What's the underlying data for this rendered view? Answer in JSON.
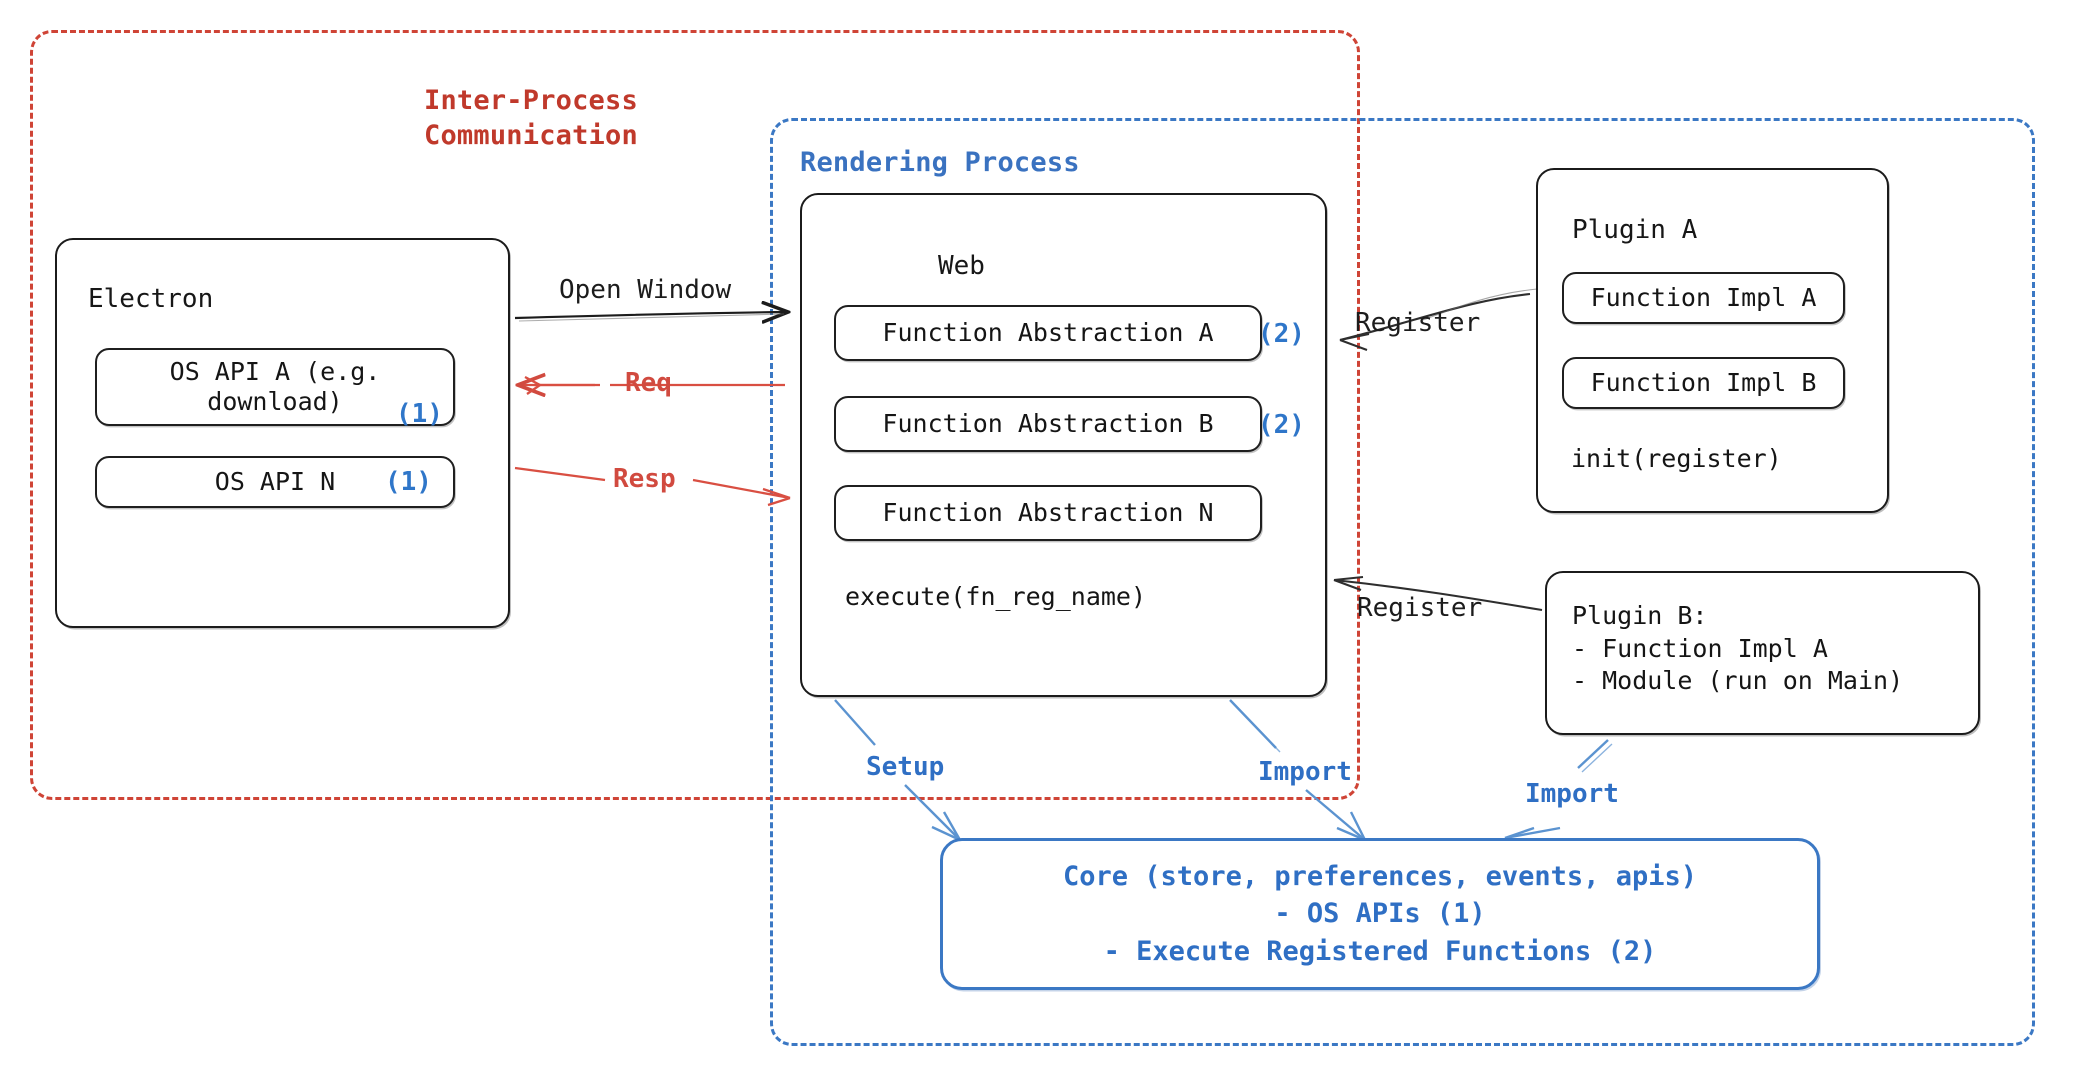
{
  "regions": {
    "ipc": {
      "label": "Inter-Process\nCommunication",
      "color": "#c0392b"
    },
    "rendering": {
      "label": "Rendering Process",
      "color": "#3a72c0"
    }
  },
  "electron": {
    "title": "Electron",
    "os_api_a": "OS API A (e.g.\ndownload)",
    "os_api_a_tag": "(1)",
    "os_api_n": "OS API N",
    "os_api_n_tag": "(1)"
  },
  "web": {
    "title": "Web",
    "abstractions": [
      {
        "label": "Function Abstraction A",
        "tag": "(2)"
      },
      {
        "label": "Function Abstraction B",
        "tag": "(2)"
      },
      {
        "label": "Function Abstraction N",
        "tag": ""
      }
    ],
    "execute": "execute(fn_reg_name)"
  },
  "plugin_a": {
    "title": "Plugin A",
    "impl_a": "Function Impl A",
    "impl_b": "Function Impl B",
    "init": "init(register)"
  },
  "plugin_b": {
    "text": "Plugin B:\n- Function Impl A\n- Module (run on Main)"
  },
  "core": {
    "text": "Core (store, preferences, events, apis)\n- OS APIs (1)\n- Execute Registered Functions (2)",
    "color": "#2f6fc4"
  },
  "edges": {
    "open_window": "Open Window",
    "req": "Req",
    "resp": "Resp",
    "register_plugin_a": "Register",
    "register_plugin_b": "Register",
    "setup": "Setup",
    "import_web": "Import",
    "import_plugin_b": "Import"
  },
  "colors": {
    "red": "#cf4436",
    "blue": "#3b78c4",
    "black": "#1b1b1b",
    "tag_blue": "#2f76c9"
  }
}
